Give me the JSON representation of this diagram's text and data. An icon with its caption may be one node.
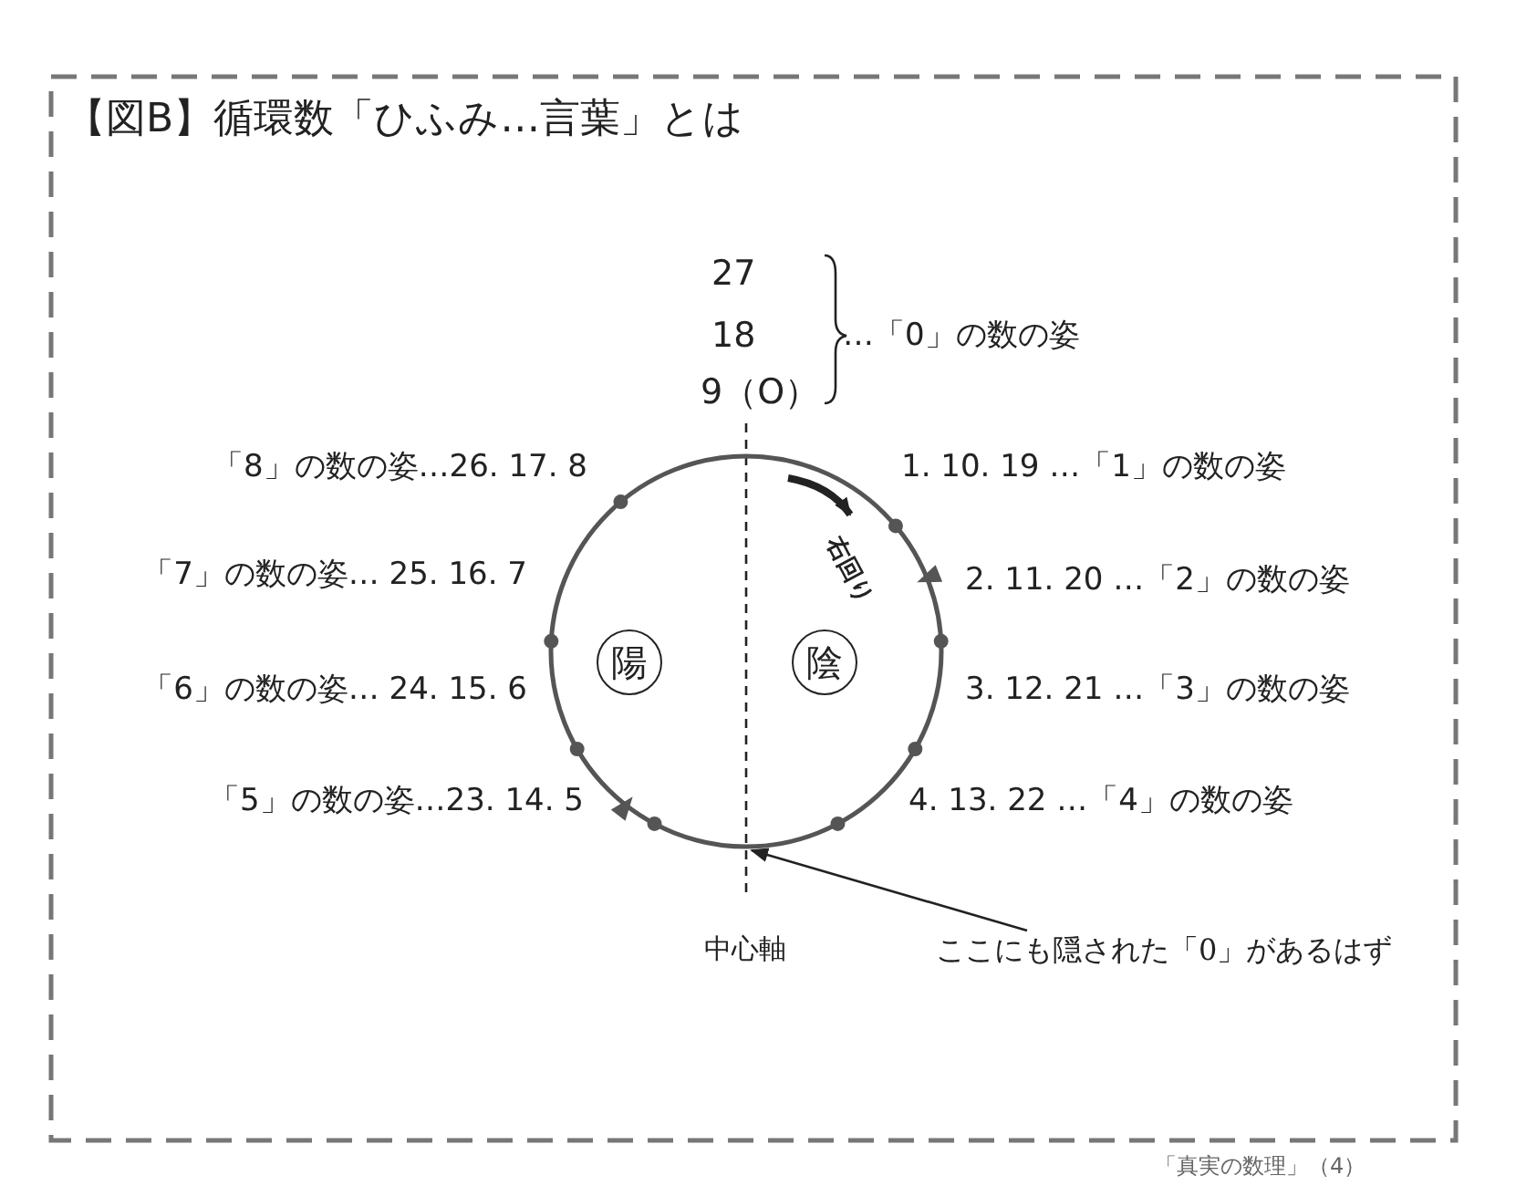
{
  "diagram": {
    "title": "【図B】循環数「ひふみ…言葉」とは",
    "nodes": [
      {
        "text": [],
        "shape": "circle"
      },
      {
        "text": [
          "陽"
        ],
        "in": 0
      },
      {
        "text": [
          "陰"
        ],
        "in": 0
      },
      {
        "text": [
          "ここにも隠された「0」があるはず"
        ]
      }
    ],
    "edges": [
      {
        "from": 3,
        "to": 0,
        "arrow": "to"
      }
    ],
    "labels": [
      "27",
      "18",
      "9（O）",
      "…「0」の数の姿",
      "「8」の数の姿…26. 17. 8",
      "1. 10. 19 …「1」の数の姿",
      "右回り",
      "「7」の数の姿… 25. 16. 7",
      "2. 11. 20 …「2」の数の姿",
      "「6」の数の姿… 24. 15. 6",
      "3. 12. 21 …「3」の数の姿",
      "「5」の数の姿…23. 14. 5",
      "4. 13. 22 …「4」の数の姿",
      "中心軸",
      "「真実の数理」（4）"
    ]
  }
}
